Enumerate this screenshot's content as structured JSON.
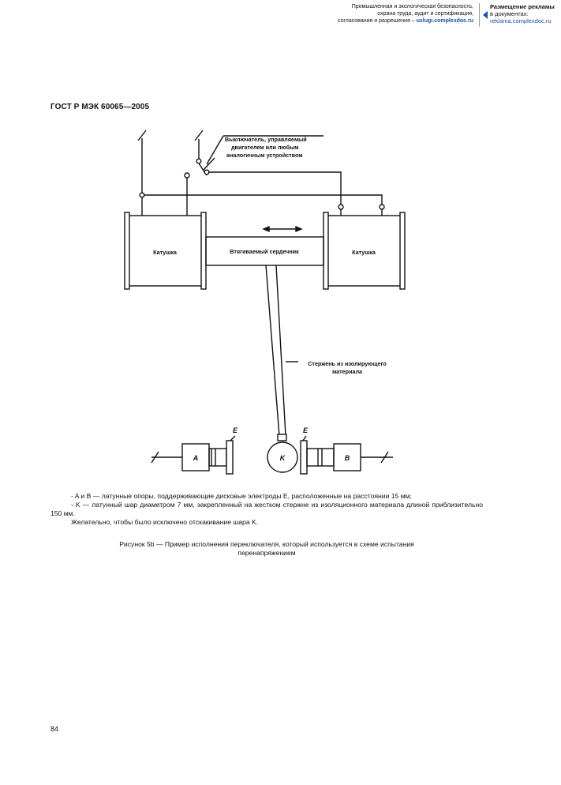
{
  "topbar": {
    "left_line1": "Промышленная и экологическая безопасность,",
    "left_line2": "охрана труда, аудит и сертификация,",
    "left_line3_prefix": "согласования и разрешения – ",
    "left_link": "uslugi.complexdoc.ru",
    "right_line1": "Размещение рекламы",
    "right_line2": "в документах:",
    "right_link": "reklama.complexdoc.ru"
  },
  "document_header": "ГОСТ Р МЭК 60065—2005",
  "figure": {
    "switch_label_line1": "Выключатель, управляемый",
    "switch_label_line2": "двигателем или любым",
    "switch_label_line3": "аналогичным устройством",
    "coil_left": "Катушка",
    "coil_right": "Катушка",
    "core_label": "Втягиваемый сердечник",
    "rod_label_line1": "Стержень из изолирующего",
    "rod_label_line2": "материала",
    "electrode_left": "E",
    "electrode_right": "E",
    "support_a": "A",
    "support_b": "B",
    "ball_k": "K"
  },
  "notes": {
    "line1": "- A и B — латунные опоры, поддерживающие дисковые электроды E, расположенные на расстоянии 15 мм;",
    "line2": "- K — латунный шар диаметром 7 мм, закрепленный на жестком стержне из изоляционного материала длиной приблизительно 150 мм.",
    "line3": "Желательно, чтобы было исключено отскакивание шара K."
  },
  "caption": {
    "line1": "Рисунок 5b — Пример исполнения переключателя, который используется в схеме испытания",
    "line2": "перенапряжением"
  },
  "page_number": "84"
}
